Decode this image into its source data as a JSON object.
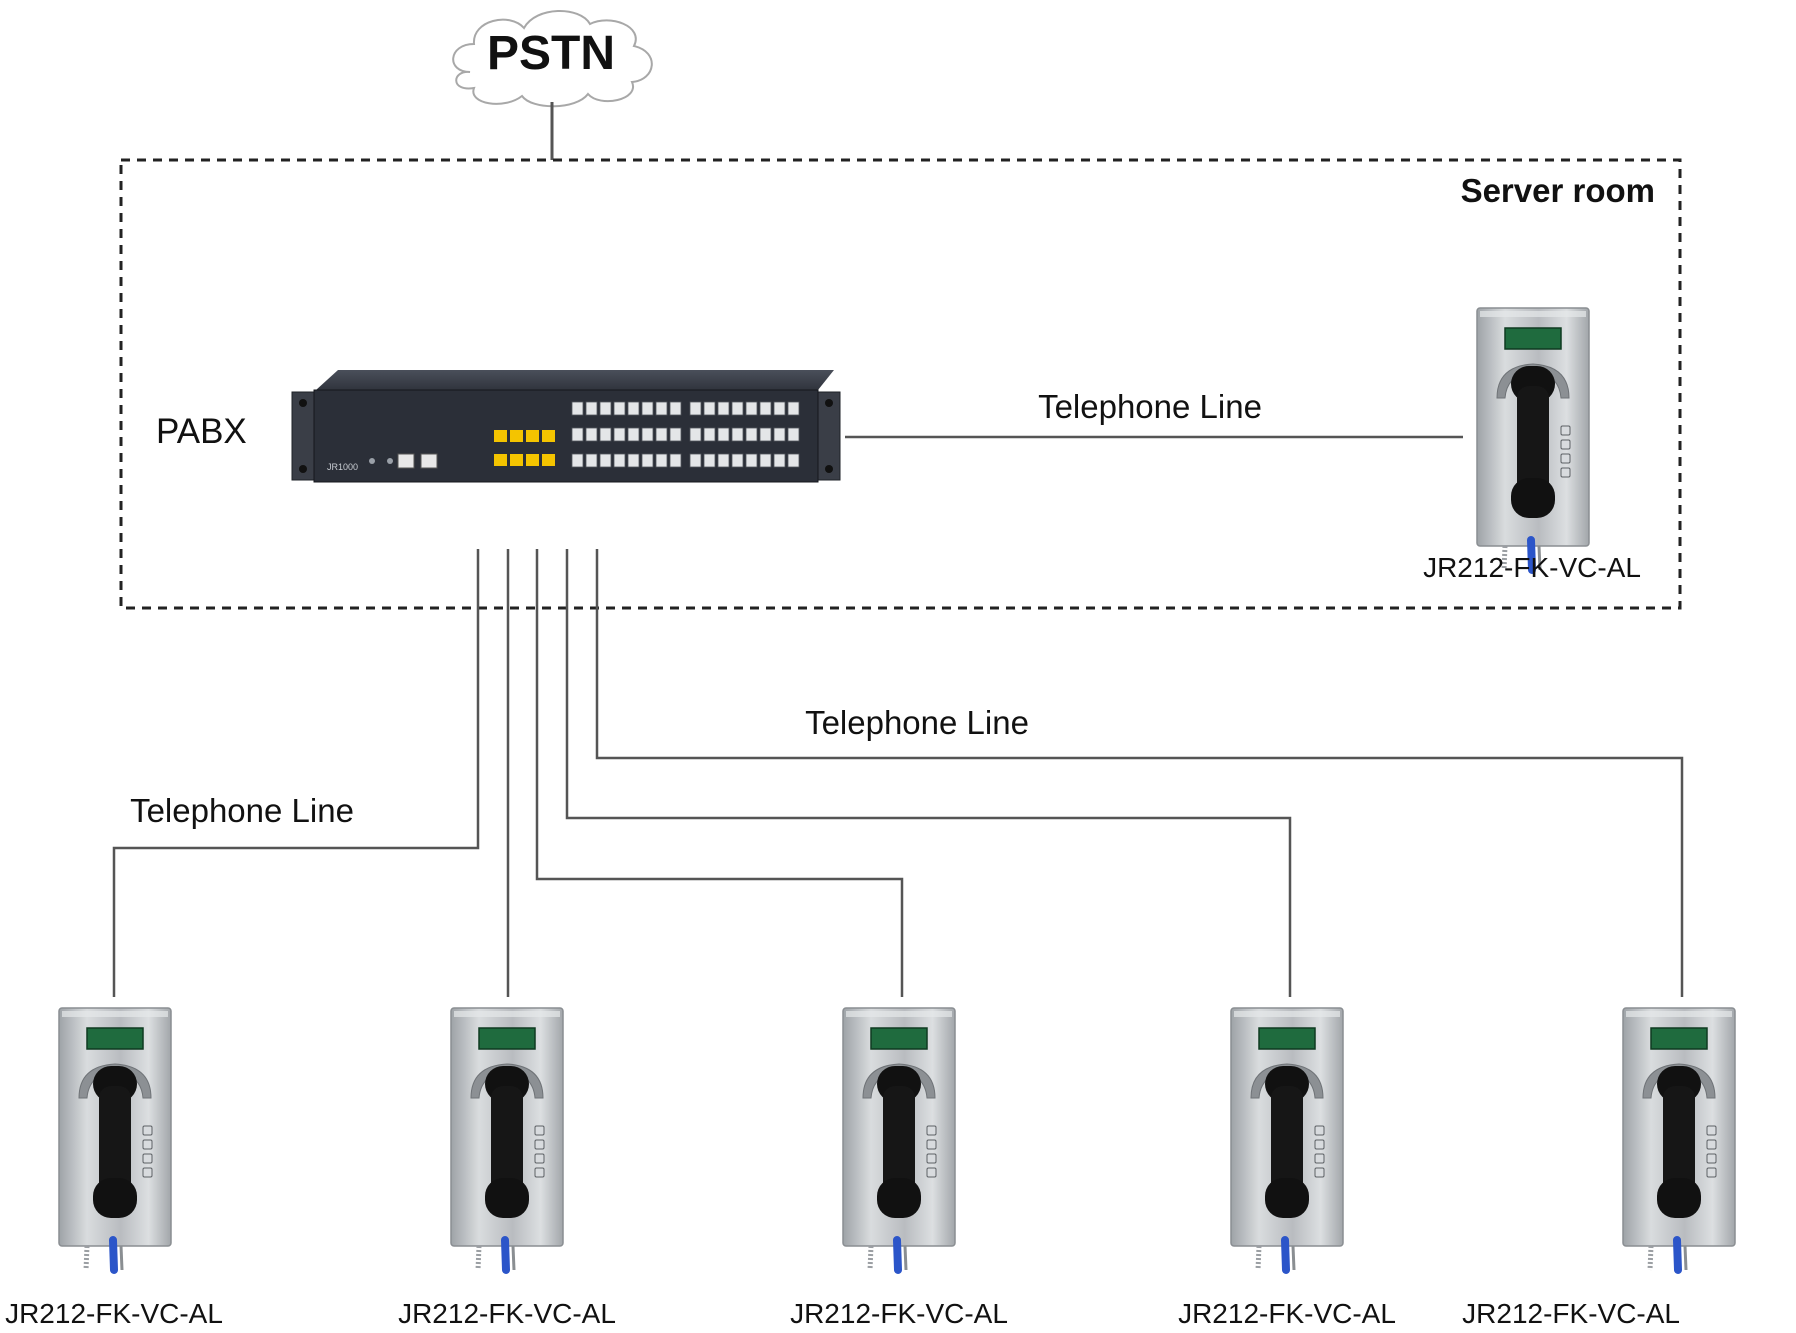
{
  "cloud": {
    "label": "PSTN"
  },
  "server_room": {
    "title": "Server room"
  },
  "pabx": {
    "label": "PABX",
    "model": "JR1000"
  },
  "line_labels": {
    "server_room_line": "Telephone Line",
    "upper_field_line": "Telephone Line",
    "left_field_line": "Telephone Line"
  },
  "phones": [
    {
      "model": "JR212-FK-VC-AL"
    },
    {
      "model": "JR212-FK-VC-AL"
    },
    {
      "model": "JR212-FK-VC-AL"
    },
    {
      "model": "JR212-FK-VC-AL"
    },
    {
      "model": "JR212-FK-VC-AL"
    },
    {
      "model": "JR212-FK-VC-AL"
    }
  ],
  "colors": {
    "line": "#555555",
    "dashed_border": "#222222",
    "chassis": "#2b2f38",
    "steel": "#c4c7ca",
    "display": "#1f6b3e",
    "handset": "#111111",
    "cord": "#2b55c9",
    "port_yellow": "#f4c400"
  }
}
